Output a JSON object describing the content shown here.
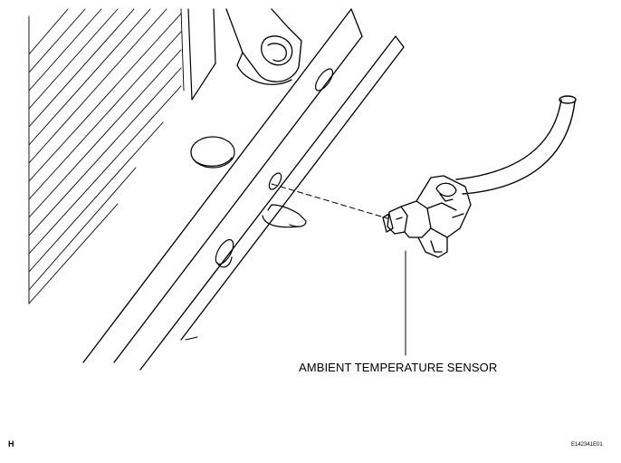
{
  "diagram": {
    "callout_label": "AMBIENT TEMPERATURE SENSOR",
    "section_letter": "H",
    "figure_id": "E142341E01"
  }
}
